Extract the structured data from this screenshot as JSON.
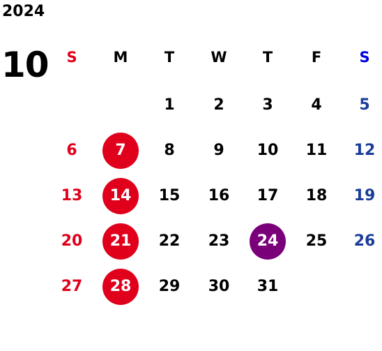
{
  "year": "2024",
  "month": "10",
  "colors": {
    "sunday": "#e0001b",
    "saturday_header": "#0000dd",
    "saturday": "#1a3d99",
    "weekday": "#000000",
    "holiday_circle": "#e0001b",
    "highlight_circle": "#7a007a"
  },
  "weekdays": [
    "S",
    "M",
    "T",
    "W",
    "T",
    "F",
    "S"
  ],
  "weeks": [
    [
      "",
      "",
      "1",
      "2",
      "3",
      "4",
      "5"
    ],
    [
      "6",
      "7",
      "8",
      "9",
      "10",
      "11",
      "12"
    ],
    [
      "13",
      "14",
      "15",
      "16",
      "17",
      "18",
      "19"
    ],
    [
      "20",
      "21",
      "22",
      "23",
      "24",
      "25",
      "26"
    ],
    [
      "27",
      "28",
      "29",
      "30",
      "31",
      "",
      ""
    ]
  ],
  "marked_days": {
    "7": "holiday",
    "14": "holiday",
    "21": "holiday",
    "28": "holiday",
    "24": "highlight"
  }
}
